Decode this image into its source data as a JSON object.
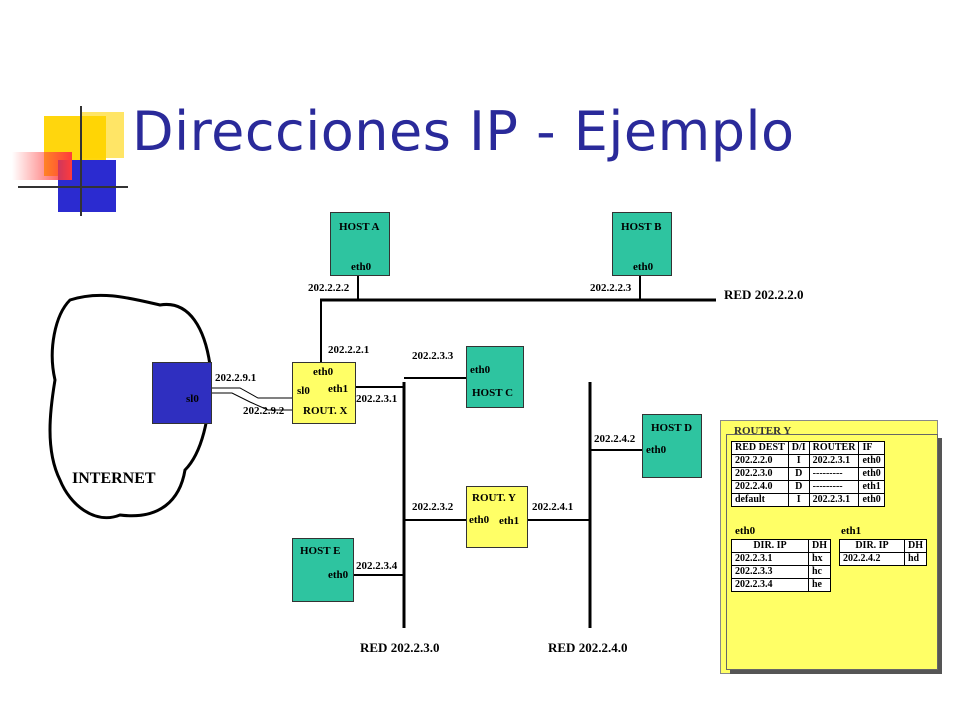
{
  "slide": {
    "title": "Direcciones IP - Ejemplo"
  },
  "hosts": {
    "host_a": {
      "name": "HOST A",
      "iface": "eth0",
      "ip": "202.2.2.2"
    },
    "host_b": {
      "name": "HOST B",
      "iface": "eth0",
      "ip": "202.2.2.3"
    },
    "host_c": {
      "name": "HOST C",
      "iface": "eth0",
      "ip": "202.2.3.3"
    },
    "host_d": {
      "name": "HOST D",
      "iface": "eth0",
      "ip": "202.2.4.2"
    },
    "host_e": {
      "name": "HOST E",
      "iface": "eth0",
      "ip": "202.2.3.4"
    }
  },
  "router_x": {
    "name": "ROUT. X",
    "eth0": "eth0",
    "eth1": "eth1",
    "sl0": "sl0",
    "eth0_ip": "202.2.2.1",
    "eth1_ip": "202.2.3.1",
    "sl0_ip": "202.2.9.2"
  },
  "router_y": {
    "name": "ROUT. Y",
    "eth0": "eth0",
    "eth1": "eth1",
    "eth0_ip": "202.2.3.2",
    "eth1_ip": "202.2.4.1"
  },
  "internet": {
    "label": "INTERNET",
    "iface": "sl0",
    "ip": "202.2.9.1"
  },
  "networks": {
    "net_2": "RED 202.2.2.0",
    "net_3": "RED 202.2.3.0",
    "net_4": "RED 202.2.4.0"
  },
  "routing_panel": {
    "title": "ROUTER Y",
    "headers": [
      "RED DEST",
      "D/I",
      "ROUTER",
      "IF"
    ],
    "rows": [
      [
        "202.2.2.0",
        "I",
        "202.2.3.1",
        "eth0"
      ],
      [
        "202.2.3.0",
        "D",
        "---------",
        "eth0"
      ],
      [
        "202.2.4.0",
        "D",
        "---------",
        "eth1"
      ],
      [
        "default",
        "I",
        "202.2.3.1",
        "eth0"
      ]
    ],
    "arp_eth0": {
      "label": "eth0",
      "headers": [
        "DIR. IP",
        "DH"
      ],
      "rows": [
        [
          "202.2.3.1",
          "hx"
        ],
        [
          "202.2.3.3",
          "hc"
        ],
        [
          "202.2.3.4",
          "he"
        ]
      ]
    },
    "arp_eth1": {
      "label": "eth1",
      "headers": [
        "DIR. IP",
        "DH"
      ],
      "rows": [
        [
          "202.2.4.2",
          "hd"
        ]
      ]
    }
  },
  "colors": {
    "title": "#2a2a9a",
    "host": "#2ec4a0",
    "router": "#ffff66",
    "internet_node": "#2f2fc0"
  }
}
